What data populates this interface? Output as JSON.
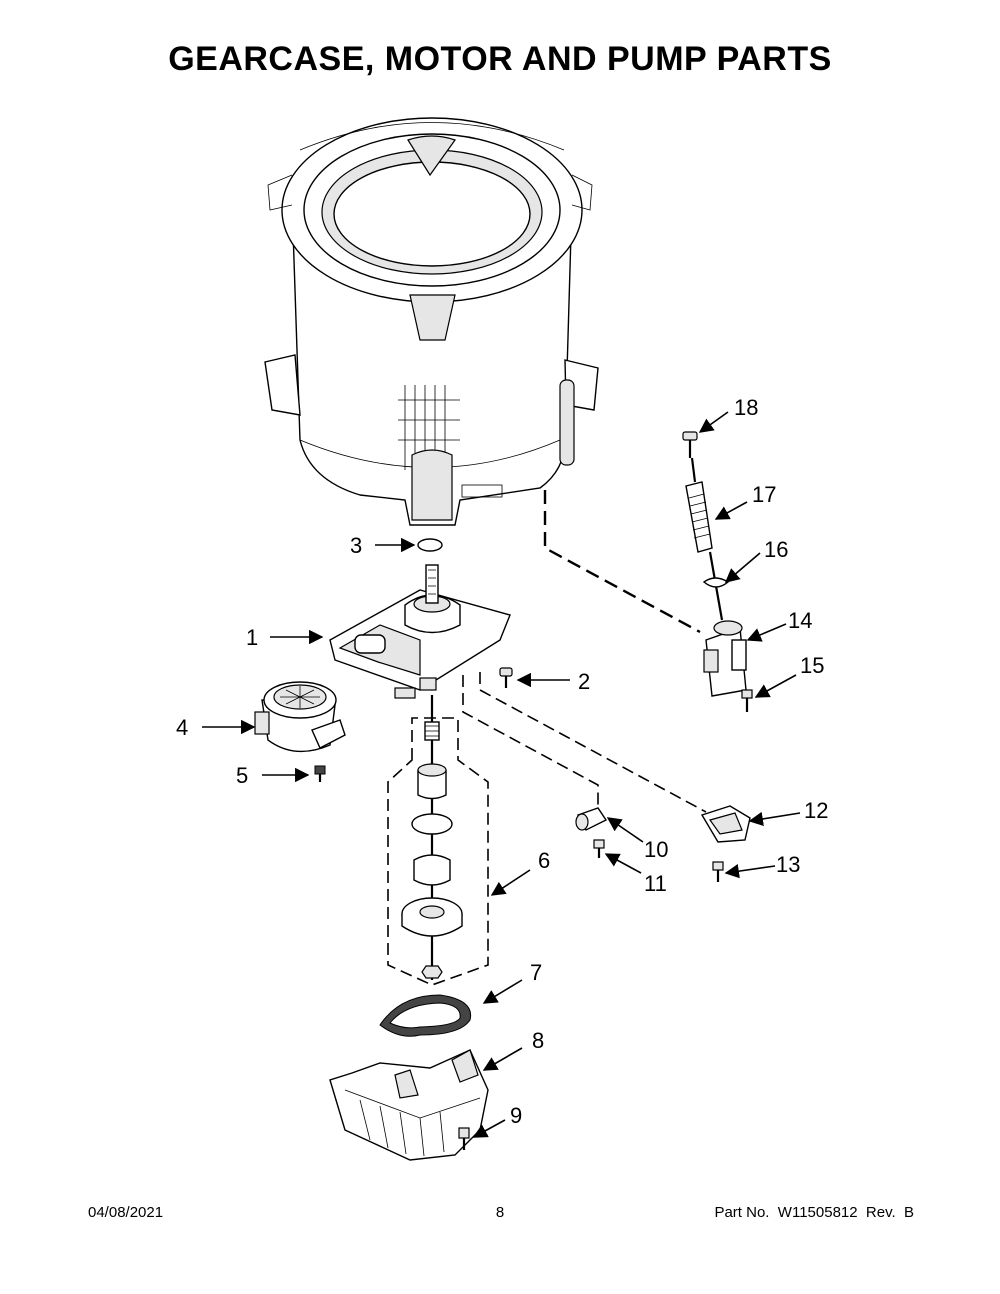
{
  "page": {
    "title": "GEARCASE, MOTOR AND PUMP PARTS"
  },
  "callouts": [
    {
      "number": "1"
    },
    {
      "number": "2"
    },
    {
      "number": "3"
    },
    {
      "number": "4"
    },
    {
      "number": "5"
    },
    {
      "number": "6"
    },
    {
      "number": "7"
    },
    {
      "number": "8"
    },
    {
      "number": "9"
    },
    {
      "number": "10"
    },
    {
      "number": "11"
    },
    {
      "number": "12"
    },
    {
      "number": "13"
    },
    {
      "number": "14"
    },
    {
      "number": "15"
    },
    {
      "number": "16"
    },
    {
      "number": "17"
    },
    {
      "number": "18"
    }
  ],
  "footer": {
    "date": "04/08/2021",
    "page_number": "8",
    "part_number": "Part No.  W11505812  Rev.  B"
  }
}
